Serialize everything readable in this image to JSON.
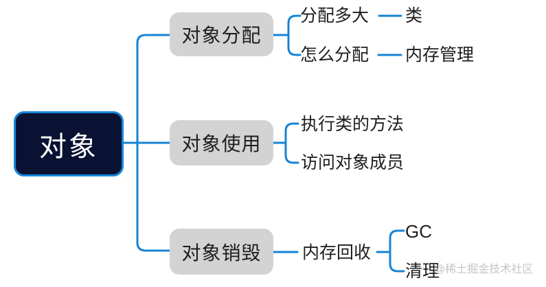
{
  "mindmap": {
    "root": {
      "label": "对象"
    },
    "branches": [
      {
        "label": "对象分配",
        "children": [
          {
            "label": "分配多大",
            "children": [
              {
                "label": "类"
              }
            ]
          },
          {
            "label": "怎么分配",
            "children": [
              {
                "label": "内存管理"
              }
            ]
          }
        ]
      },
      {
        "label": "对象使用",
        "children": [
          {
            "label": "执行类的方法",
            "children": []
          },
          {
            "label": "访问对象成员",
            "children": []
          }
        ]
      },
      {
        "label": "对象销毁",
        "children": [
          {
            "label": "内存回收",
            "children": [
              {
                "label": "GC"
              },
              {
                "label": "清理"
              }
            ]
          }
        ]
      }
    ]
  },
  "watermark": {
    "label": "@稀土掘金技术社区"
  },
  "colors": {
    "background": "#ffffff",
    "connector": "#1583d6",
    "root_fill": "#0a1233",
    "root_border": "#1786d8",
    "root_text": "#ffffff",
    "branch_fill": "#d3d3d4",
    "text": "#1d1d1d",
    "watermark": "#c5c5c7"
  }
}
